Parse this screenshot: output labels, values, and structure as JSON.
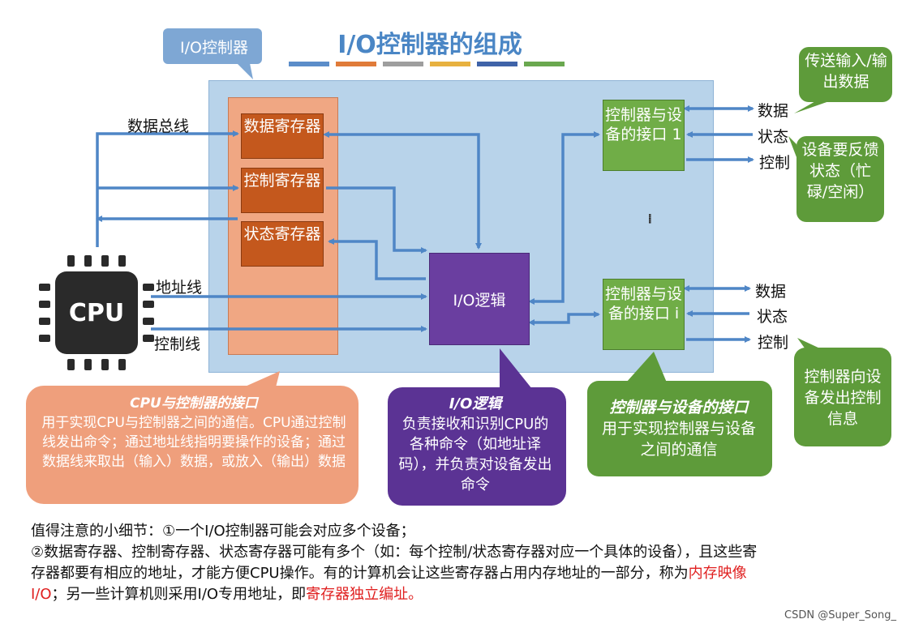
{
  "title": "I/O控制器的组成",
  "color_bars": [
    "#5b8dc9",
    "#e07b39",
    "#9e9e9e",
    "#e7b13f",
    "#3f63a8",
    "#6aa84f"
  ],
  "io_controller_tag": "I/O控制器",
  "cpu": {
    "label": "CPU"
  },
  "buses": {
    "data_bus": "数据总线",
    "address_line": "地址线",
    "control_line": "控制线"
  },
  "registers": {
    "data": "数据寄存器",
    "control": "控制寄存器",
    "status": "状态寄存器"
  },
  "io_logic": "I/O逻辑",
  "device_interfaces": [
    {
      "label": "控制器与设备的接口 1",
      "signals": [
        "数据",
        "状态",
        "控制"
      ]
    },
    {
      "label": "控制器与设备的接口 i",
      "signals": [
        "数据",
        "状态",
        "控制"
      ]
    }
  ],
  "callouts": {
    "transfer_data": "传送输入/输出数据",
    "feedback_status": "设备要反馈状态（忙碌/空闲）",
    "control_info": "控制器向设备发出控制信息",
    "cpu_interface": {
      "title": "CPU与控制器的接口",
      "body": "用于实现CPU与控制器之间的通信。CPU通过控制线发出命令；通过地址线指明要操作的设备；通过数据线来取出（输入）数据，或放入（输出）数据"
    },
    "io_logic": {
      "title": "I/O逻辑",
      "body": "负责接收和识别CPU的各种命令（如地址译码），并负责对设备发出命令"
    },
    "device_interface": {
      "title": "控制器与设备的接口",
      "body": "用于实现控制器与设备之间的通信"
    }
  },
  "note": {
    "line1": "值得注意的小细节：①一个I/O控制器可能会对应多个设备；",
    "line2_a": "②数据寄存器、控制寄存器、状态寄存器可能有多个（如：每个控制/状态寄存器对应一个具体的设备），且这些寄存器都要有相应的地址，才能方便CPU操作。有的计算机会让这些寄存器占用内存地址的一部分，称为",
    "highlight1": "内存映像I/O",
    "line2_b": "；另一些计算机则采用I/O专用地址，即",
    "highlight2": "寄存器独立编址",
    "line2_c": "。"
  },
  "credit": "CSDN @Super_Song_"
}
